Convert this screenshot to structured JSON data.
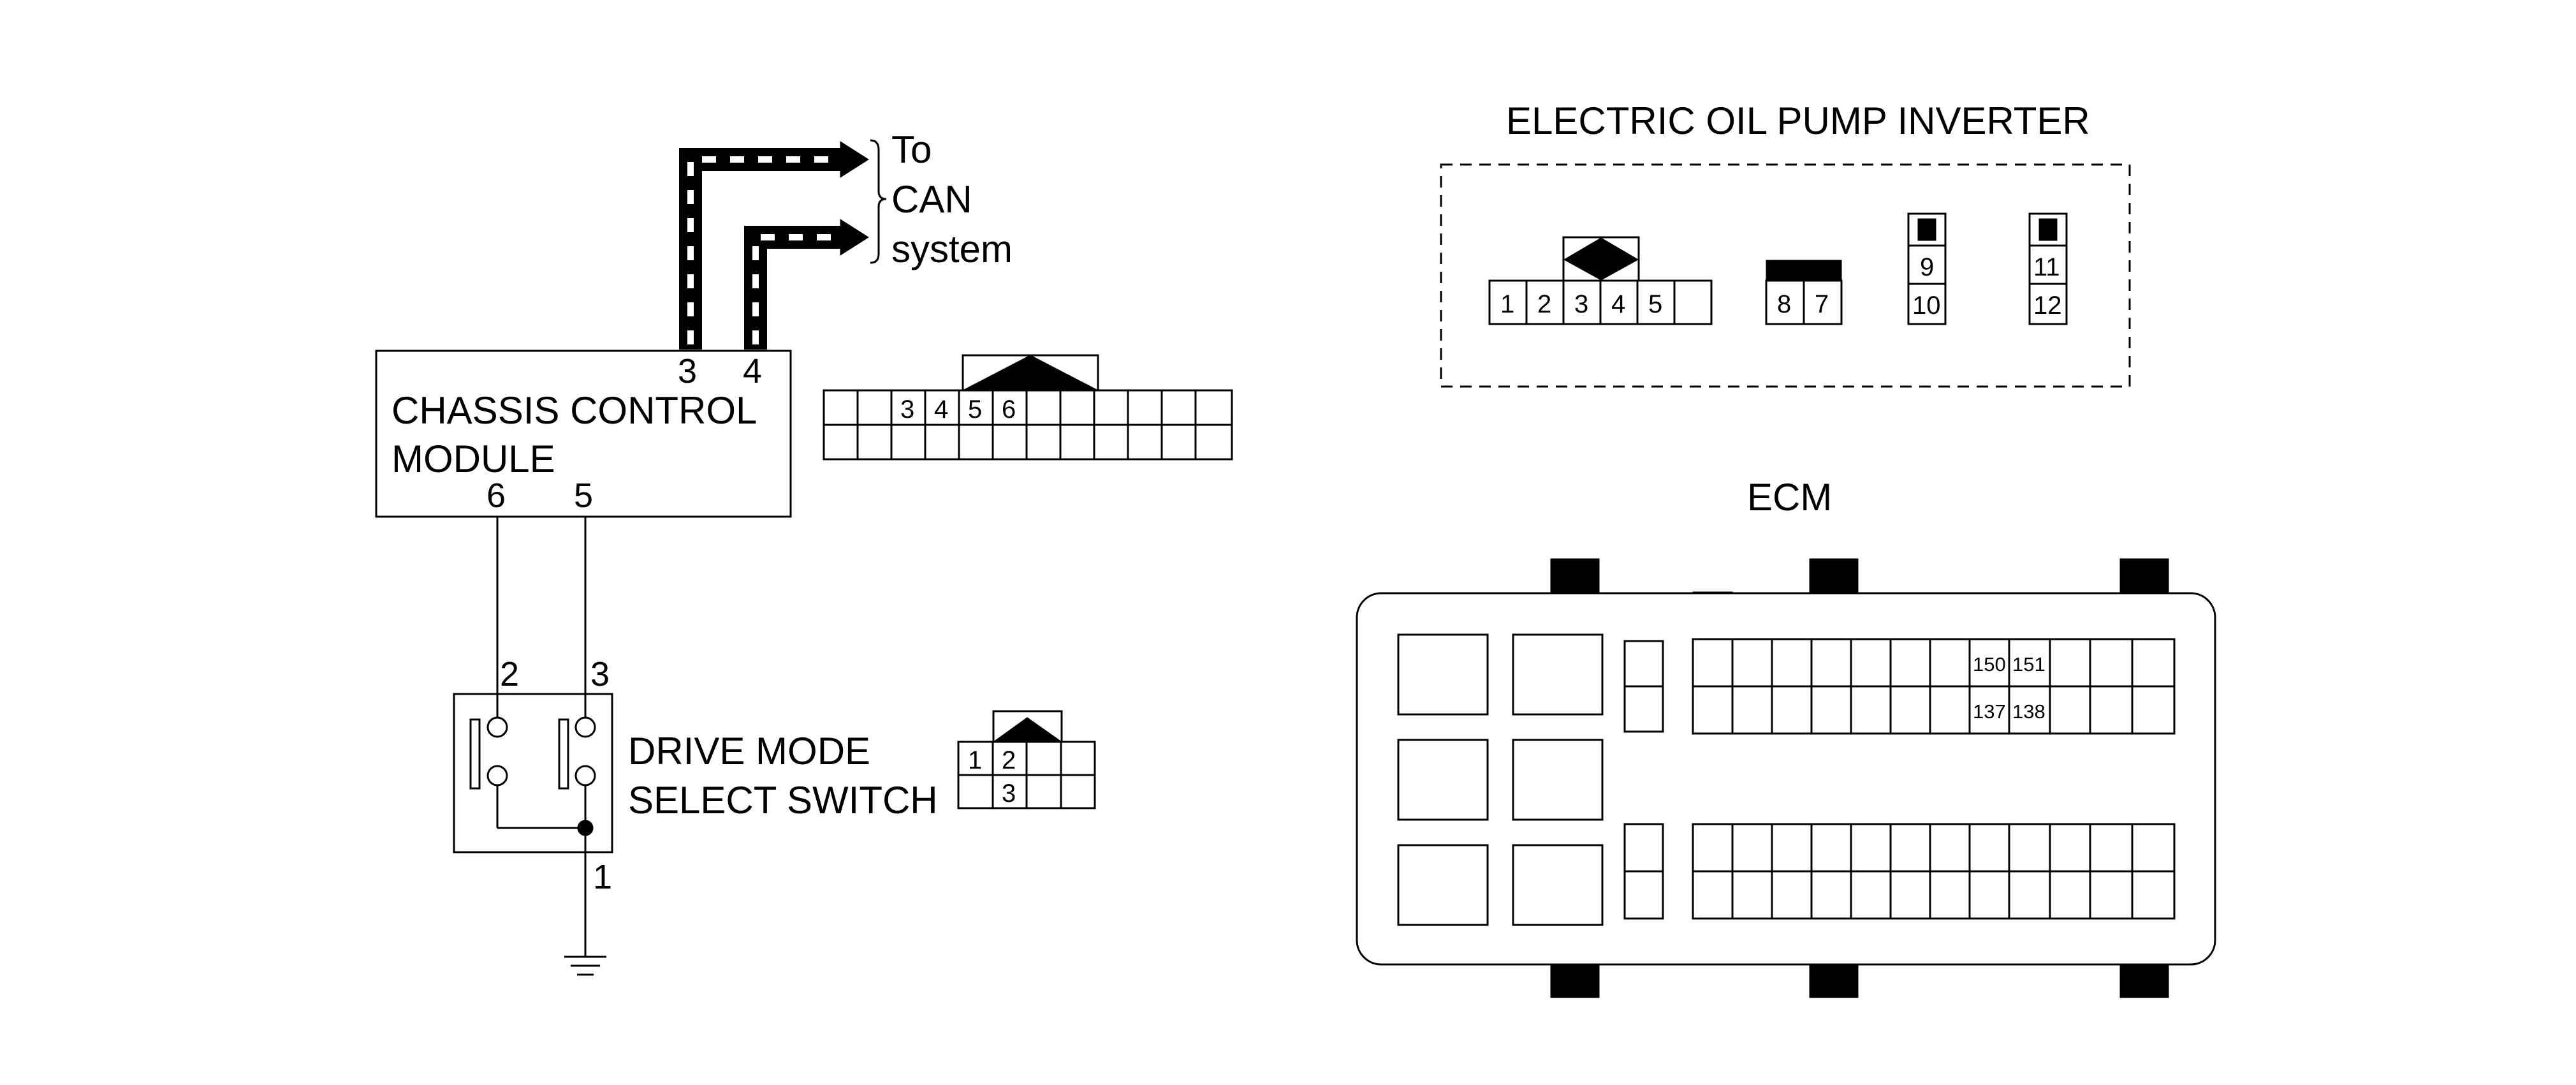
{
  "can_note": {
    "line1": "To",
    "line2": "CAN",
    "line3": "system"
  },
  "ccm": {
    "name_line1": "CHASSIS CONTROL",
    "name_line2": "MODULE",
    "pin_top_left": "3",
    "pin_top_right": "4",
    "pin_bottom_left": "6",
    "pin_bottom_right": "5"
  },
  "ccm_connector": {
    "cells": [
      "3",
      "4",
      "5",
      "6"
    ]
  },
  "switch": {
    "name_line1": "DRIVE MODE",
    "name_line2": "SELECT SWITCH",
    "pin_left": "2",
    "pin_right": "3",
    "pin_ground": "1"
  },
  "switch_connector": {
    "top": [
      "1",
      "2"
    ],
    "bottom": [
      "3"
    ]
  },
  "inverter": {
    "title": "ELECTRIC OIL PUMP INVERTER",
    "conn_a": [
      "1",
      "2",
      "3",
      "4",
      "5"
    ],
    "conn_b": [
      "8",
      "7"
    ],
    "conn_c": [
      "9",
      "10"
    ],
    "conn_d": [
      "11",
      "12"
    ]
  },
  "ecm": {
    "title": "ECM",
    "top_row": [
      "150",
      "151"
    ],
    "bottom_row": [
      "137",
      "138"
    ]
  }
}
